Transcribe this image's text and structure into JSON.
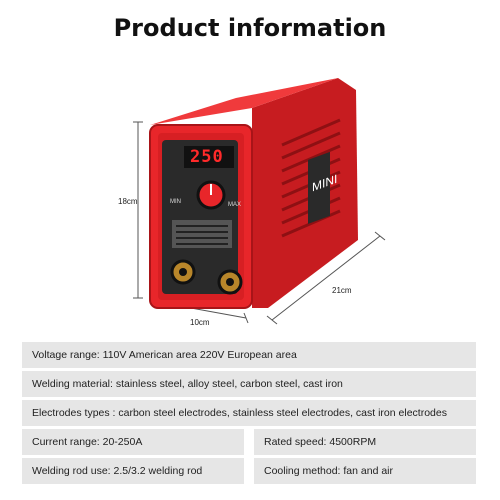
{
  "title": "Product information",
  "dimensions": {
    "height": "18cm",
    "width": "10cm",
    "depth": "21cm"
  },
  "device": {
    "display_value": "250",
    "model_text": "MINI",
    "knob_min": "MIN",
    "knob_max": "MAX",
    "body_color": "#e8262a"
  },
  "specs": {
    "voltage": "Voltage range: 110V American area 220V European area",
    "material": "Welding material: stainless steel, alloy steel, carbon steel, cast iron",
    "electrodes": "Electrodes types : carbon steel electrodes, stainless steel electrodes, cast iron electrodes",
    "current": "Current range: 20-250A",
    "speed": "Rated speed: 4500RPM",
    "rod": "Welding rod use: 2.5/3.2 welding rod",
    "cooling": "Cooling method: fan and air"
  }
}
